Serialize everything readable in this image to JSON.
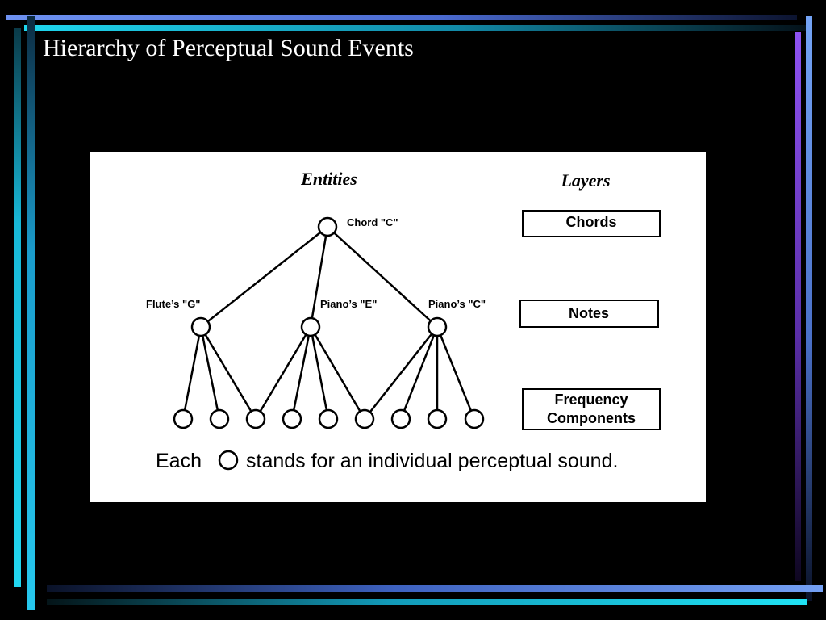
{
  "slide": {
    "title": "Hierarchy of Perceptual Sound Events"
  },
  "diagram": {
    "entities_heading": "Entities",
    "layers_heading": "Layers",
    "nodes": {
      "root": "Chord \"C\"",
      "notes": [
        "Flute’s \"G\"",
        "Piano’s \"E\"",
        "Piano’s \"C\""
      ]
    },
    "layers": [
      {
        "lines": [
          "Chords"
        ]
      },
      {
        "lines": [
          "Notes"
        ]
      },
      {
        "lines": [
          "Frequency",
          "Components"
        ]
      }
    ],
    "caption": {
      "before": "Each",
      "after": "stands for an individual perceptual sound."
    }
  },
  "colors": {
    "background": "#000000",
    "title_text": "#ffffff",
    "panel": "#ffffff",
    "ink": "#000000",
    "accent_blue": "#6e92f2",
    "accent_cyan": "#1ed6ee",
    "accent_purple": "#8e52f2"
  }
}
